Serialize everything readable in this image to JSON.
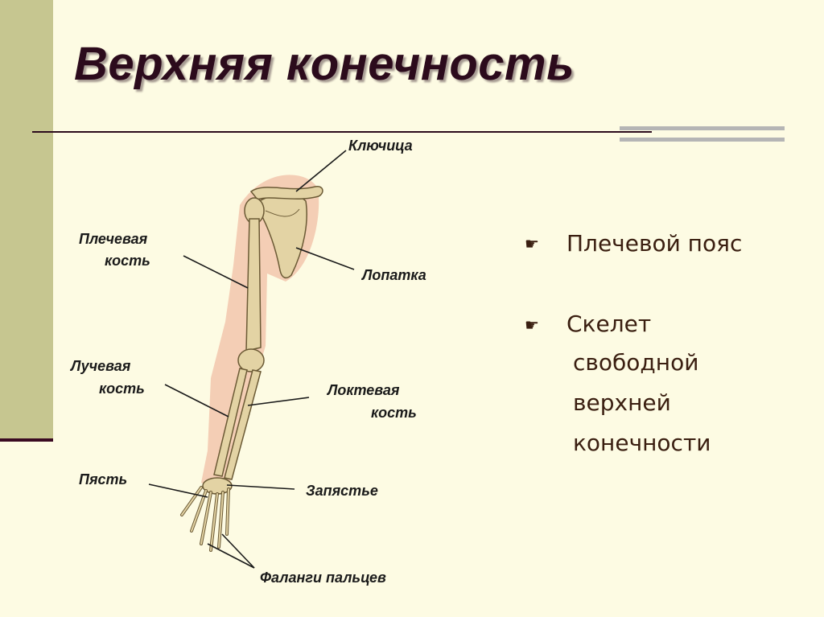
{
  "title": "Верхняя конечность",
  "labels": {
    "clavicle": "Ключица",
    "humerus_1": "Плечевая",
    "humerus_2": "кость",
    "scapula": "Лопатка",
    "radius_1": "Лучевая",
    "radius_2": "кость",
    "ulna_1": "Локтевая",
    "ulna_2": "кость",
    "metacarpus": "Пясть",
    "wrist": "Запястье",
    "phalanges": "Фаланги пальцев"
  },
  "bullets": {
    "marker": "☛",
    "item1": "Плечевой пояс",
    "item2_line1": "Скелет",
    "item2_line2": "свободной",
    "item2_line3": "верхней",
    "item2_line4": "конечности"
  },
  "colors": {
    "background": "#fdfbe3",
    "band": "#c6c690",
    "title": "#2c0b1c",
    "bone": "#e3d3a4",
    "skin": "#f2c6ad"
  }
}
